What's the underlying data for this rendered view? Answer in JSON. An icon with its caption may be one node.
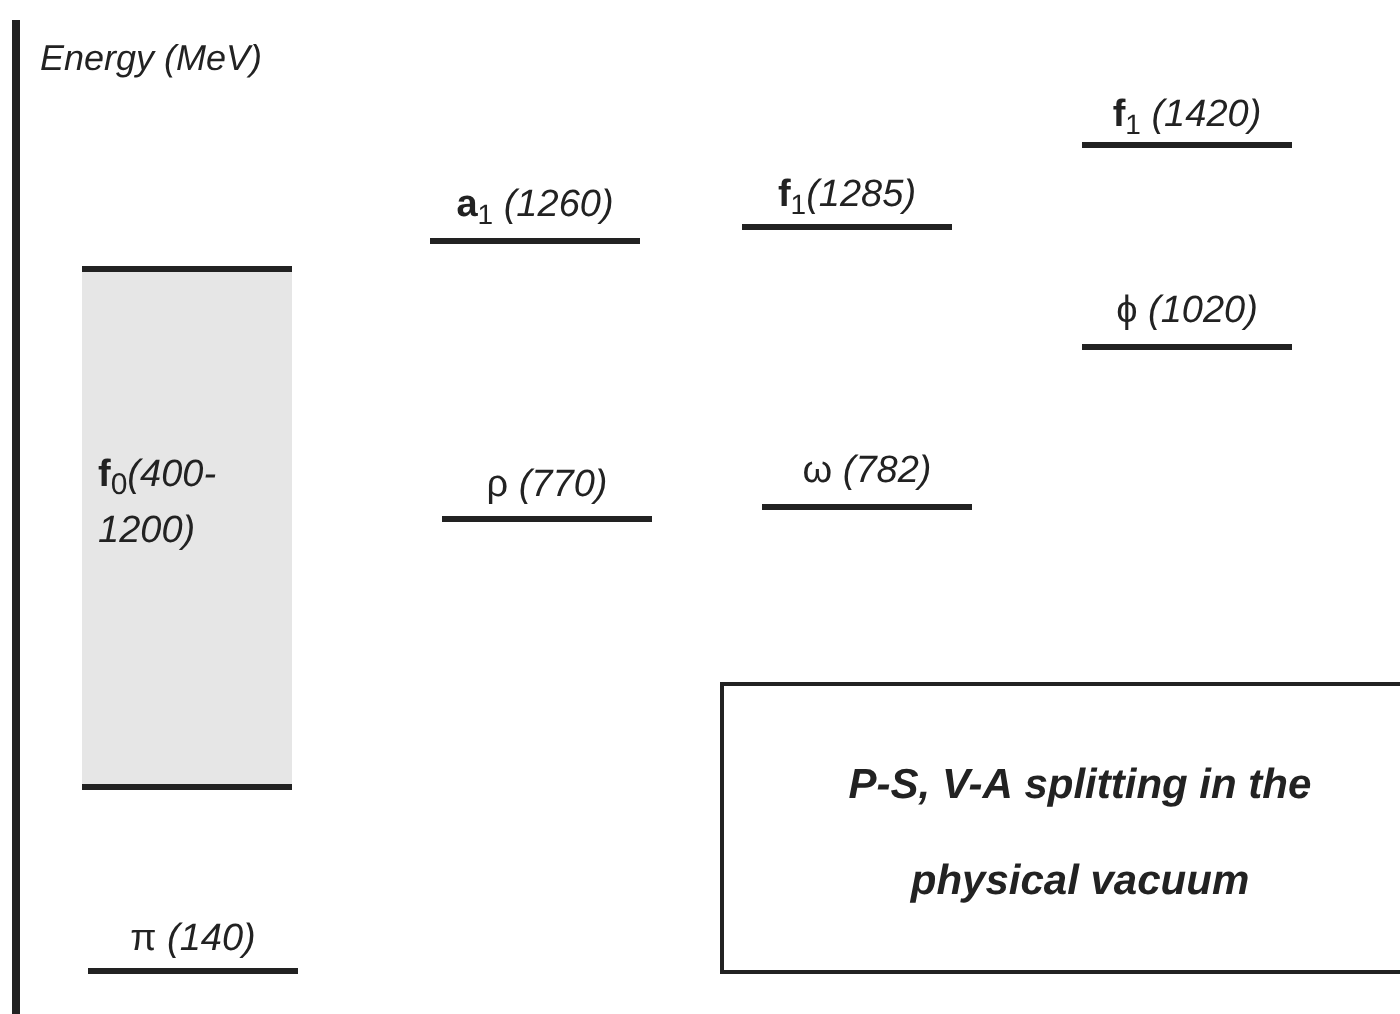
{
  "diagram": {
    "nodes": [
      {
        "text": [
          "**f**$_{0}$*(400-1200)*"
        ]
      },
      {
        "text": [
          "**P-S, V-A** splitting in the physical vacuum"
        ]
      }
    ],
    "labels": [
      "Energy (MeV)",
      "**f**$_{1}$ *(1420)*",
      "**a**$_{1}$ *(1260)*",
      "**f**$_{1}$*(1285)*",
      "ϕ *(1020)*",
      "ρ *(770)*",
      "ω *(782)*",
      "π *(140)*"
    ]
  }
}
